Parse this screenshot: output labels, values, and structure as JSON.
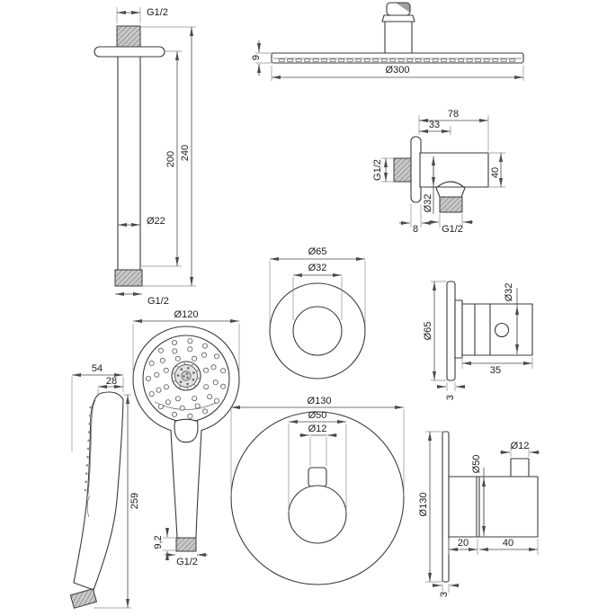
{
  "style": {
    "line_color": "#3a3a3a",
    "dimension_color": "#4a4a4a",
    "extension_color": "#8d8d8d",
    "thread_fill": "#c9c9c9",
    "shade_color": "#a0a0a0",
    "background": "#ffffff"
  },
  "drawings": {
    "ceiling_arm": {
      "thread_top": "G1/2",
      "len_inner": "200",
      "len_total": "240",
      "tube_dia": "Ø22",
      "thread_bottom": "G1/2"
    },
    "rain_head": {
      "thickness": "9",
      "dia": "Ø300"
    },
    "wall_elbow": {
      "width_total": "78",
      "width_outlet": "33",
      "inlet_thread": "G1/2",
      "body_dia": "Ø32",
      "height": "40",
      "plate_thk": "8",
      "outlet_thread": "G1/2"
    },
    "rosette_front": {
      "outer_dia": "Ø65",
      "inner_dia": "Ø32"
    },
    "rosette_side": {
      "plate_dia": "Ø65",
      "body_dia": "Ø32",
      "depth": "35",
      "plate_thk": "3"
    },
    "mixer_front": {
      "plate_dia": "Ø130",
      "handle_dia": "Ø50",
      "pin_dia": "Ø12"
    },
    "mixer_side": {
      "pin_dia": "Ø12",
      "handle_dia": "Ø50",
      "plate_dia": "Ø130",
      "body_depth": "20",
      "handle_depth": "40",
      "plate_thk": "3"
    },
    "hand_shower": {
      "head_dia": "Ø120",
      "depth": "54",
      "head_thk": "28",
      "length": "259",
      "thread_len": "9,2",
      "thread": "G1/2"
    }
  }
}
